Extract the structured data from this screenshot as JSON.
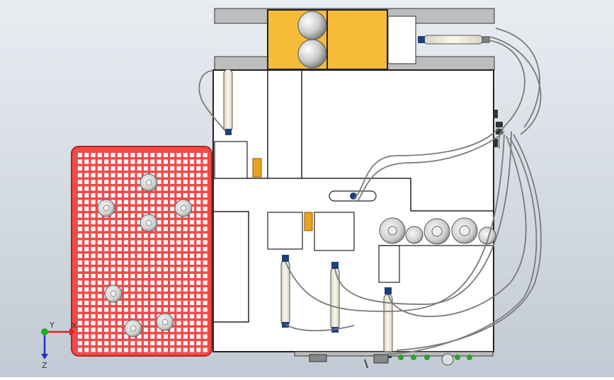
{
  "viewport": {
    "background_top": "#e9edf2",
    "background_bottom": "#c2cad5"
  },
  "colors": {
    "red_plate": "#f04a4a",
    "red_plate_edge": "#b32424",
    "frame_gray": "#c0c0c0",
    "frame_dark": "#3a3a3a",
    "yellow_box": "#f7bb3a",
    "cable": "#7a7a7a",
    "brass": "#e8a21f",
    "connector_green": "#2aa52a",
    "tube_fill": "#f7f1df",
    "sensor_blue": "#1f3f7a"
  },
  "triad": {
    "x_label": "X",
    "y_label": "Y",
    "z_label": "Z",
    "x_color": "#e02020",
    "y_color": "#20b020",
    "z_color": "#2030c0"
  },
  "icons": {
    "triad": "xyz-triad-icon",
    "roller": "roller-icon",
    "tube": "cylinder-tube-icon",
    "valve": "brass-valve-icon",
    "connector": "connector-icon"
  }
}
